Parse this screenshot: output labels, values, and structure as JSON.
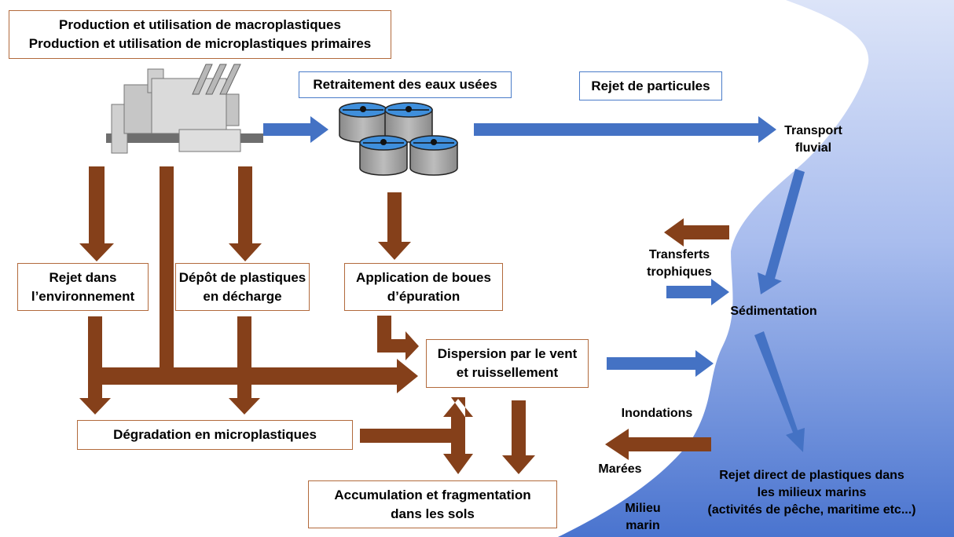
{
  "boxes": {
    "production": "Production et utilisation de macroplastiques\nProduction et utilisation de microplastiques primaires",
    "wastewater": "Retraitement des eaux usées",
    "particles": "Rejet de particules",
    "env_release": "Rejet dans\nl’environnement",
    "landfill": "Dépôt de plastiques\nen décharge",
    "sludge": "Application de boues\nd’épuration",
    "dispersion": "Dispersion par le vent\net ruissellement",
    "degradation": "Dégradation en microplastiques",
    "accumulation": "Accumulation et fragmentation\ndans les sols"
  },
  "labels": {
    "fluvial": "Transport\nfluvial",
    "trophic": "Transferts\ntrophiques",
    "sedimentation": "Sédimentation",
    "floods": "Inondations",
    "tides": "Marées",
    "direct_release": "Rejet direct de plastiques dans\nles milieux marins\n(activités de pêche, maritime etc...)",
    "marine": "Milieu\nmarin"
  },
  "colors": {
    "brown_arrow": "#85401a",
    "blue_arrow": "#4472c4",
    "box_border": "#b26a3c",
    "river_top": "#dbe3f7",
    "river_bottom": "#4a74cf"
  },
  "icons": {
    "factory": "factory-icon",
    "tanks": "treatment-tanks-icon"
  }
}
